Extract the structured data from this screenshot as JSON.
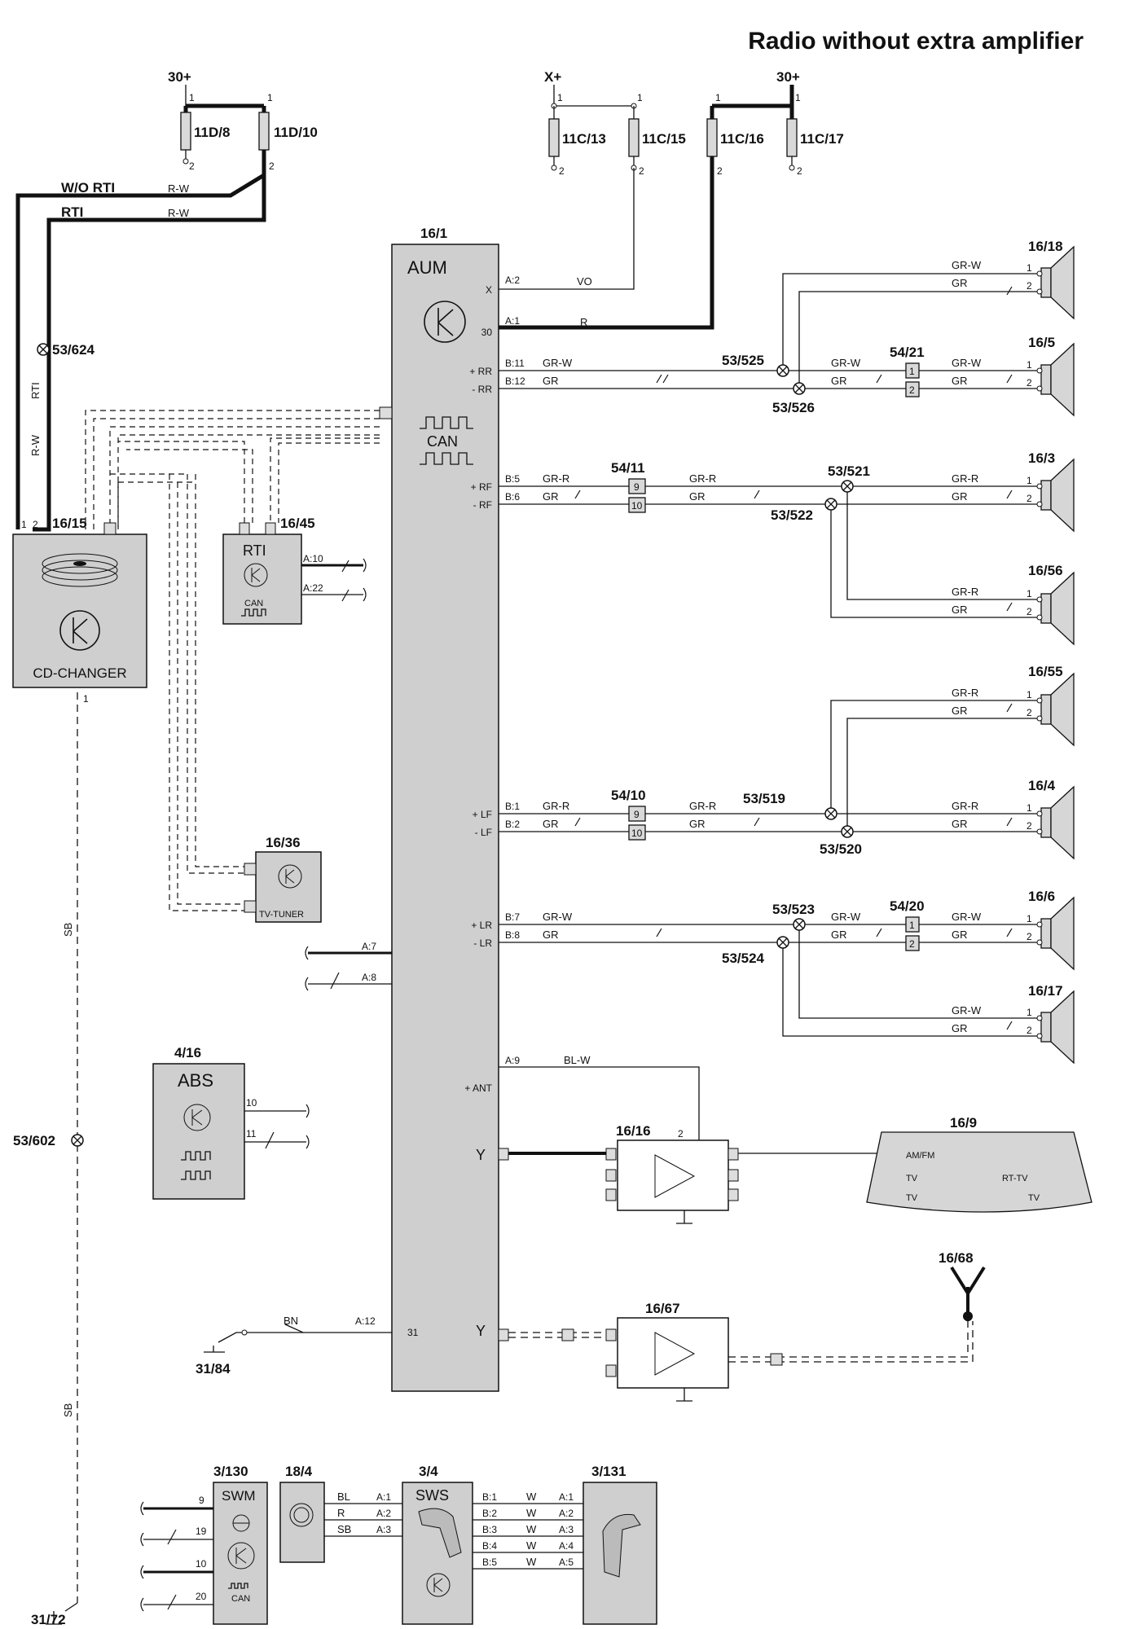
{
  "title": "Radio without extra amplifier",
  "supply": {
    "p30_left": "30+",
    "x_plus": "X+",
    "p30_right": "30+"
  },
  "fuses": {
    "f11d8": "11D/8",
    "f11d10": "11D/10",
    "f11c13": "11C/13",
    "f11c15": "11C/15",
    "f11c16": "11C/16",
    "f11c17": "11C/17"
  },
  "pin_numbers": {
    "one": "1",
    "two": "2",
    "nine": "9",
    "ten": "10"
  },
  "wire_labels": {
    "wo_rti": "W/O RTI",
    "rti": "RTI",
    "rw": "R-W",
    "vo": "VO",
    "r": "R",
    "gr_w": "GR-W",
    "gr": "GR",
    "gr_r": "GR-R",
    "bl_w": "BL-W",
    "bn": "BN",
    "sb": "SB",
    "bl": "BL",
    "w": "W"
  },
  "aum": {
    "ref": "16/1",
    "label": "AUM",
    "can_label": "CAN",
    "pins": {
      "a2": "A:2",
      "a1": "A:1",
      "b11": "B:11",
      "b12": "B:12",
      "b5": "B:5",
      "b6": "B:6",
      "b1": "B:1",
      "b2": "B:2",
      "b7": "B:7",
      "b8": "B:8",
      "a7": "A:7",
      "a8": "A:8",
      "a9": "A:9",
      "a12": "A:12",
      "a10": "A:10",
      "a22": "A:22"
    },
    "terms": {
      "x": "X",
      "t30": "30",
      "prr": "+ RR",
      "mrr": "- RR",
      "prf": "+ RF",
      "mrf": "- RF",
      "plf": "+ LF",
      "mlf": "- LF",
      "plr": "+ LR",
      "mlr": "- LR",
      "ant": "+ ANT",
      "t31": "31"
    }
  },
  "components": {
    "cd_changer": {
      "ref": "16/15",
      "label": "CD-CHANGER"
    },
    "rti": {
      "ref": "16/45",
      "label": "RTI",
      "can": "CAN"
    },
    "tv_tuner": {
      "ref": "16/36",
      "label": "TV-TUNER"
    },
    "abs": {
      "ref": "4/16",
      "label": "ABS"
    },
    "amp1": {
      "ref": "16/16"
    },
    "amp2": {
      "ref": "16/67"
    },
    "antenna": {
      "ref": "16/9",
      "am_fm": "AM/FM",
      "tv": "TV",
      "rt_tv": "RT-TV",
      "tv_r": "TV"
    },
    "antenna2": {
      "ref": "16/68"
    },
    "swm": {
      "ref": "3/130",
      "label": "SWM",
      "can": "CAN"
    },
    "c184": {
      "ref": "18/4"
    },
    "sws": {
      "ref": "3/4",
      "label": "SWS"
    },
    "c3131": {
      "ref": "3/131"
    }
  },
  "speakers": {
    "s1618": "16/18",
    "s165": "16/5",
    "s163": "16/3",
    "s1656": "16/56",
    "s1655": "16/55",
    "s164": "16/4",
    "s166": "16/6",
    "s1617": "16/17"
  },
  "splices": {
    "j53_624": "53/624",
    "j53_525": "53/525",
    "j53_526": "53/526",
    "j53_521": "53/521",
    "j53_522": "53/522",
    "j53_519": "53/519",
    "j53_520": "53/520",
    "j53_523": "53/523",
    "j53_524": "53/524",
    "j53_602": "53/602"
  },
  "connectors": {
    "c54_21": "54/21",
    "c54_11": "54/11",
    "c54_10": "54/10",
    "c54_20": "54/20"
  },
  "grounds": {
    "g31_84": "31/84",
    "g31_72": "31/72"
  },
  "abs_pins": {
    "p10": "10",
    "p11": "11"
  },
  "swm_pins": {
    "p9": "9",
    "p19": "19",
    "p10": "10",
    "p20": "20"
  },
  "sws_pins": {
    "b1": "B:1",
    "b2": "B:2",
    "b3": "B:3",
    "b4": "B:4",
    "b5": "B:5",
    "a1": "A:1",
    "a2": "A:2",
    "a3": "A:3",
    "a4": "A:4",
    "a5": "A:5"
  }
}
